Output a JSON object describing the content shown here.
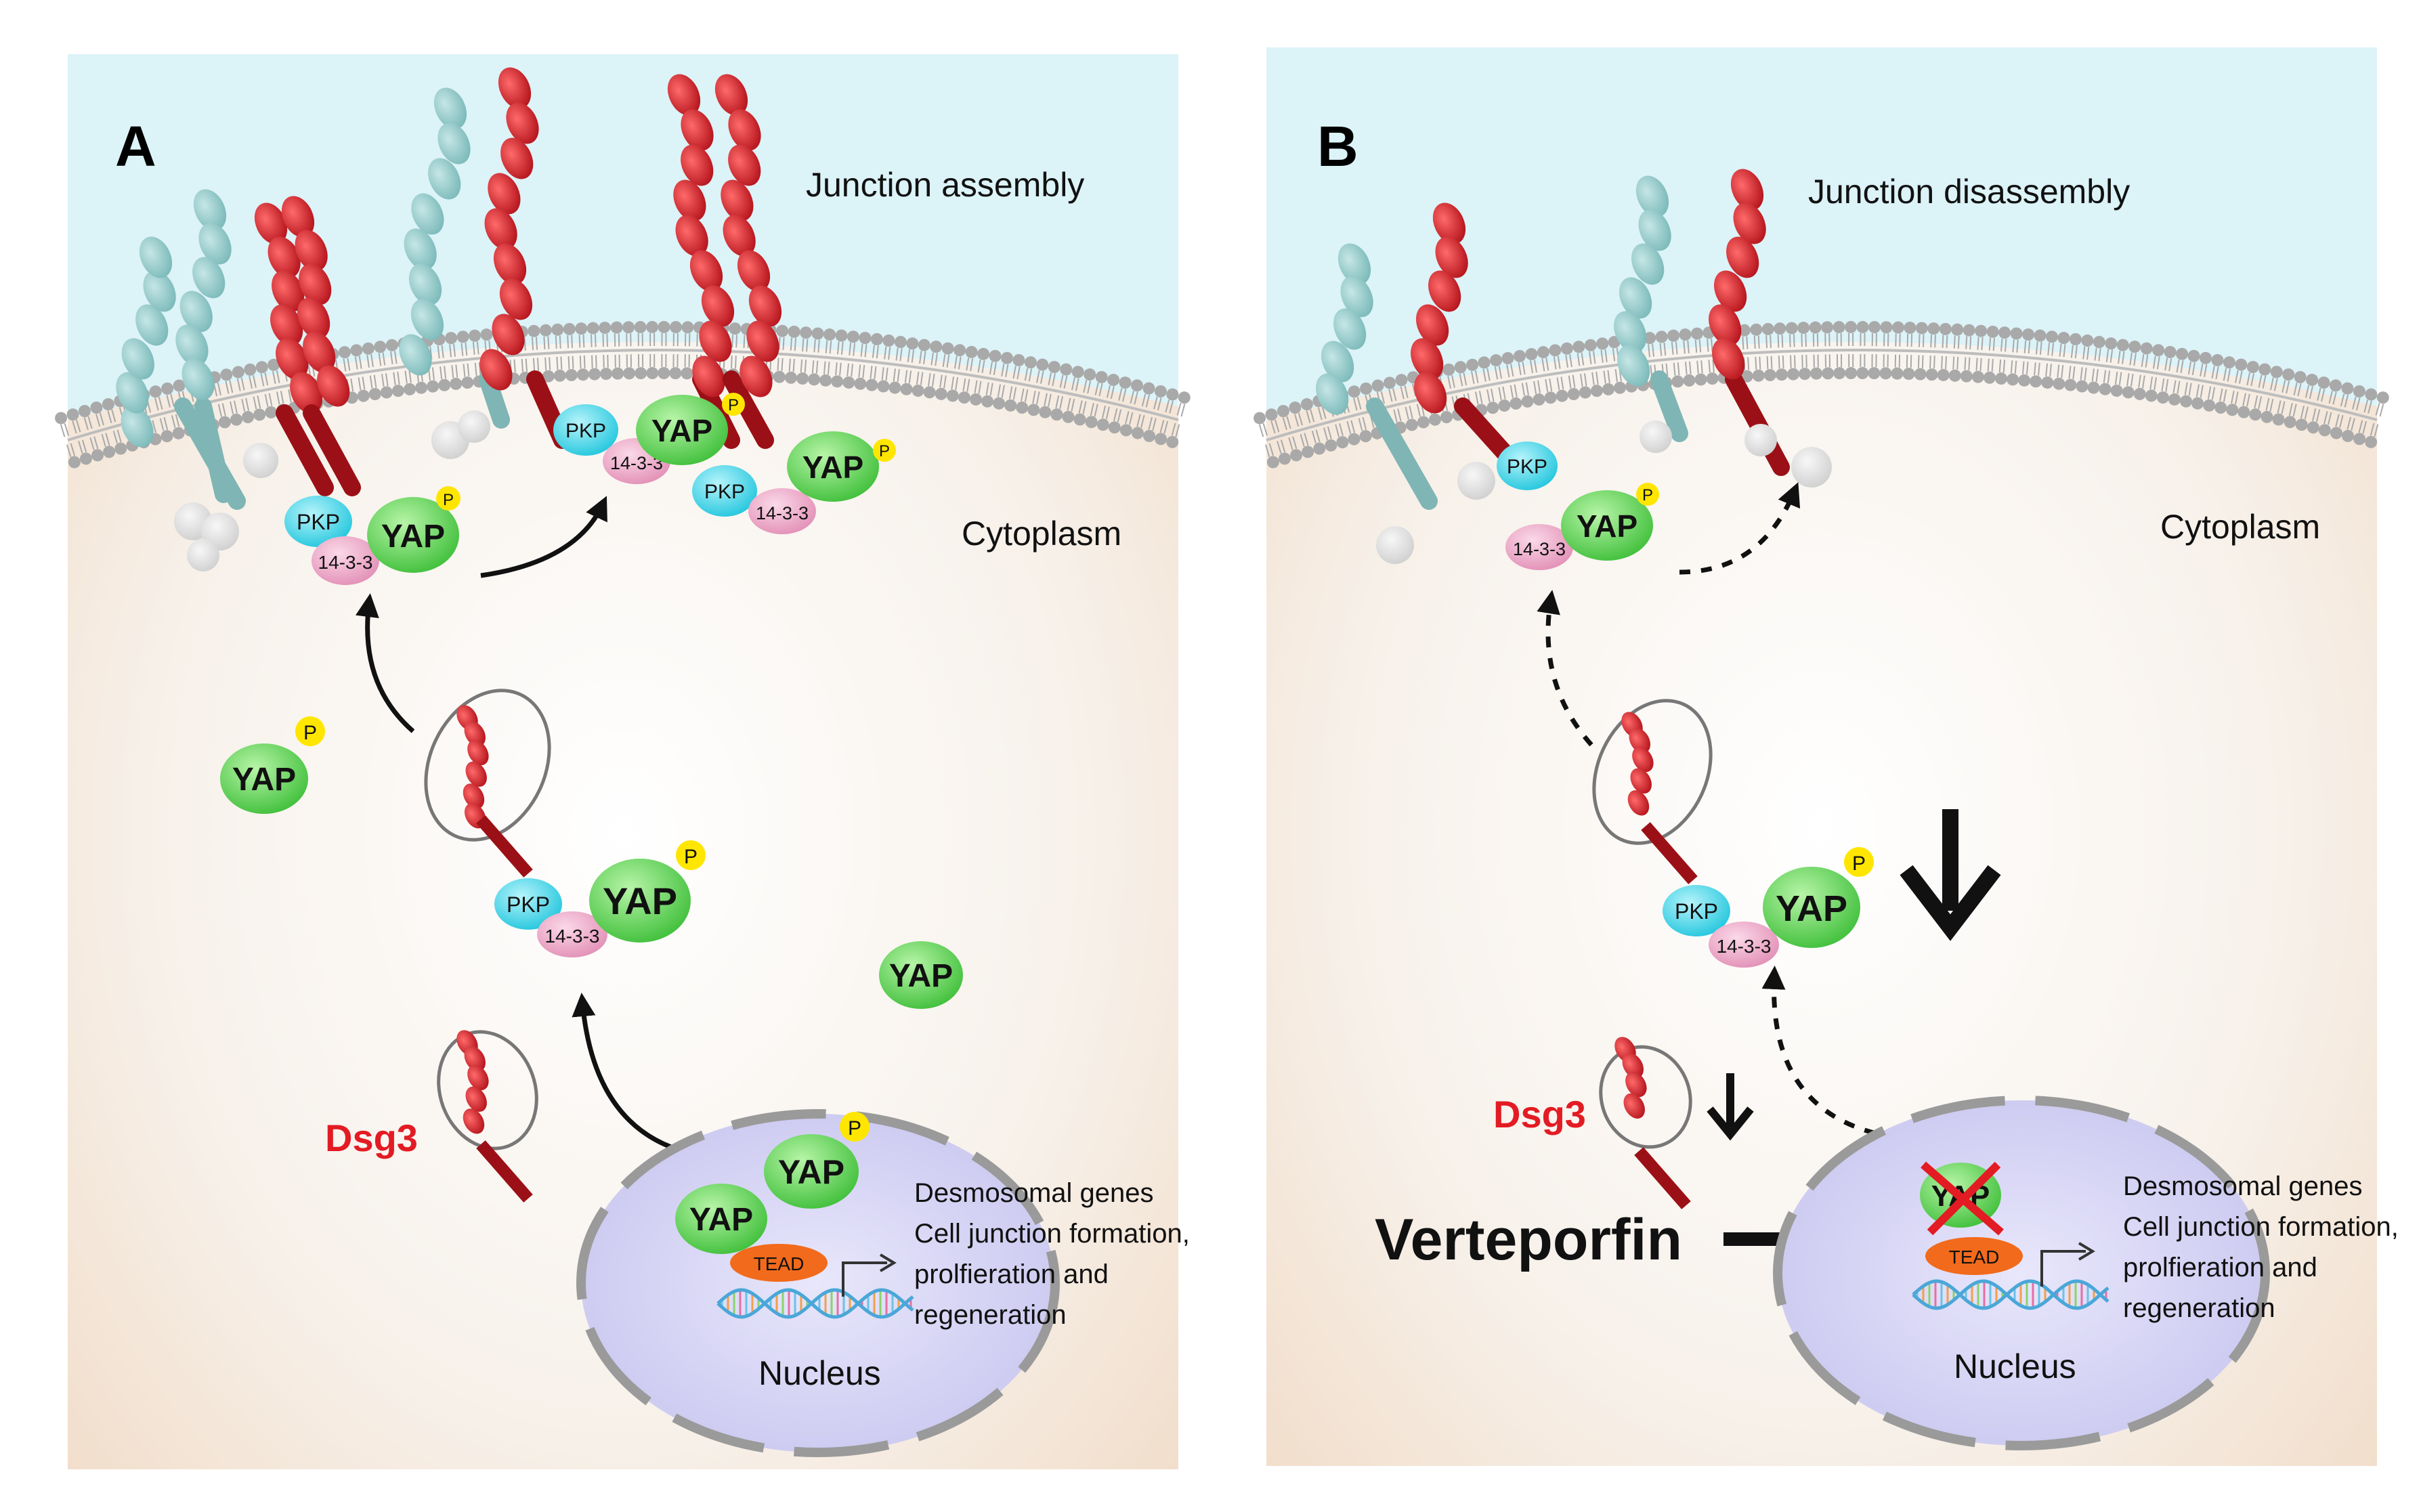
{
  "panels": [
    {
      "letter": "A",
      "top_label": "Junction assembly",
      "cytoplasm_label": "Cytoplasm",
      "nucleus_label": "Nucleus",
      "gene_lines": [
        "Desmosomal genes",
        "Cell junction formation,",
        "prolfieration and",
        "regeneration"
      ]
    },
    {
      "letter": "B",
      "top_label": "Junction disassembly",
      "cytoplasm_label": "Cytoplasm",
      "nucleus_label": "Nucleus",
      "gene_lines": [
        "Desmosomal genes",
        "Cell junction formation,",
        "prolfieration and",
        "regeneration"
      ]
    }
  ],
  "proteins": {
    "yap": "YAP",
    "pkp": "PKP",
    "adaptor": "14-3-3",
    "phospho": "P",
    "tead": "TEAD",
    "dsg3": "Dsg3"
  },
  "drug": "Verteporfin",
  "colors": {
    "extracellular": "#dff3f7",
    "cytoplasm": "#f6e9dd",
    "nucleus": "#d8d6f3",
    "yap": "#5fd35c",
    "pkp": "#4fd6e8",
    "adaptor": "#eeaac9",
    "phospho": "#ffe600",
    "tead": "#f26a1b",
    "dsg3_red": "#d81f26",
    "desmocollin_teal": "#8cc7c7",
    "inhibition_cross": "#e31b23"
  }
}
